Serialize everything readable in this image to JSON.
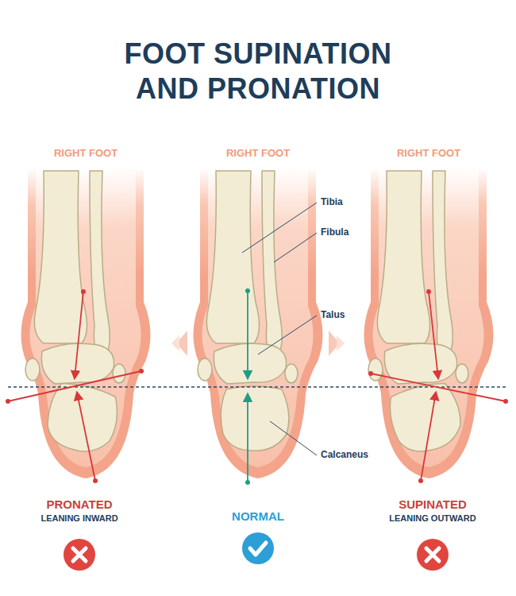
{
  "diagram": {
    "title": "FOOT SUPINATION AND PRONATION",
    "labels": [
      "RIGHT FOOT",
      "RIGHT FOOT",
      "RIGHT FOOT",
      "Tibia",
      "Fibula",
      "Talus",
      "Calcaneus",
      "PRONATED",
      "LEANING INWARD",
      "NORMAL",
      "SUPINATED",
      "LEANING OUTWARD"
    ]
  }
}
